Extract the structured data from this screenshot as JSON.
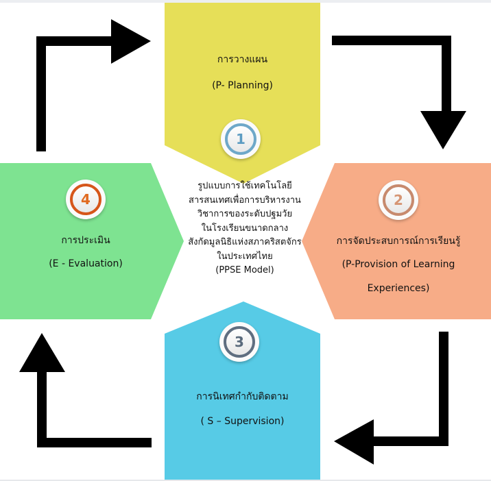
{
  "diagram": {
    "center": {
      "lines": [
        "รูปแบบการใช้เทคโนโลยี",
        "สารสนเทศเพื่อการบริหารงาน",
        "วิชาการของระดับปฐมวัย",
        "ในโรงเรียนขนาดกลาง",
        "สังกัดมูลนิธิแห่งสภาคริสตจักร",
        "ในประเทศไทย",
        "(PPSE Model)"
      ]
    },
    "steps": [
      {
        "number": "1",
        "title": "การวางแผน",
        "subtitle": "(P- Planning)",
        "subtitle2": "",
        "color": "#e6df58",
        "ring_color": "#6ea8c9",
        "number_color": "#5d9cc2"
      },
      {
        "number": "2",
        "title": "การจัดประสบการณ์การเรียนรู้",
        "subtitle": "(P-Provision of Learning",
        "subtitle2": "Experiences)",
        "color": "#f7ac87",
        "ring_color": "#c78a6e",
        "number_color": "#d69574"
      },
      {
        "number": "3",
        "title": "การนิเทศกำกับติดตาม",
        "subtitle": "( S – Supervision)",
        "subtitle2": "",
        "color": "#57cbe6",
        "ring_color": "#5f6e80",
        "number_color": "#5a6a7c"
      },
      {
        "number": "4",
        "title": "การประเมิน",
        "subtitle": "(E - Evaluation)",
        "subtitle2": "",
        "color": "#7ee391",
        "ring_color": "#d6561a",
        "number_color": "#e06a20"
      }
    ],
    "arrows": [
      {
        "name": "arrow-to-planning",
        "direction": "right"
      },
      {
        "name": "arrow-to-provision",
        "direction": "down"
      },
      {
        "name": "arrow-to-supervision",
        "direction": "left"
      },
      {
        "name": "arrow-to-evaluation",
        "direction": "up"
      }
    ]
  }
}
